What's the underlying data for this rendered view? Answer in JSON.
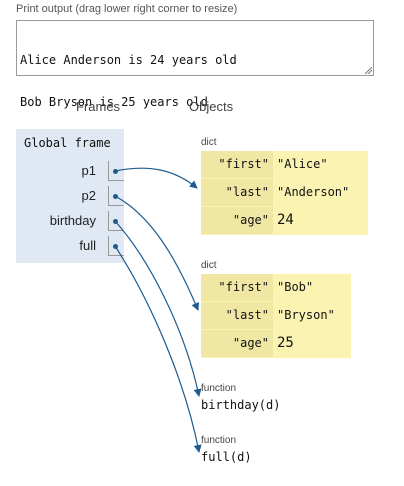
{
  "print_output": {
    "label": "Print output (drag lower right corner to resize)",
    "lines": [
      "Alice Anderson is 24 years old",
      "Bob Bryson is 25 years old"
    ]
  },
  "headers": {
    "frames": "Frames",
    "objects": "Objects"
  },
  "global_frame": {
    "title": "Global frame",
    "vars": [
      {
        "name": "p1"
      },
      {
        "name": "p2"
      },
      {
        "name": "birthday"
      },
      {
        "name": "full"
      }
    ]
  },
  "objects": {
    "dict1": {
      "type": "dict",
      "rows": [
        {
          "key": "\"first\"",
          "value": "\"Alice\""
        },
        {
          "key": "\"last\"",
          "value": "\"Anderson\""
        },
        {
          "key": "\"age\"",
          "value": "24"
        }
      ]
    },
    "dict2": {
      "type": "dict",
      "rows": [
        {
          "key": "\"first\"",
          "value": "\"Bob\""
        },
        {
          "key": "\"last\"",
          "value": "\"Bryson\""
        },
        {
          "key": "\"age\"",
          "value": "25"
        }
      ]
    },
    "func1": {
      "type": "function",
      "name": "birthday(d)"
    },
    "func2": {
      "type": "function",
      "name": "full(d)"
    }
  },
  "colors": {
    "frame_bg": "#dfe8f3",
    "dict_key_bg": "#f1e7a4",
    "dict_val_bg": "#fbf3b2",
    "pointer": "#1d5b8e"
  }
}
